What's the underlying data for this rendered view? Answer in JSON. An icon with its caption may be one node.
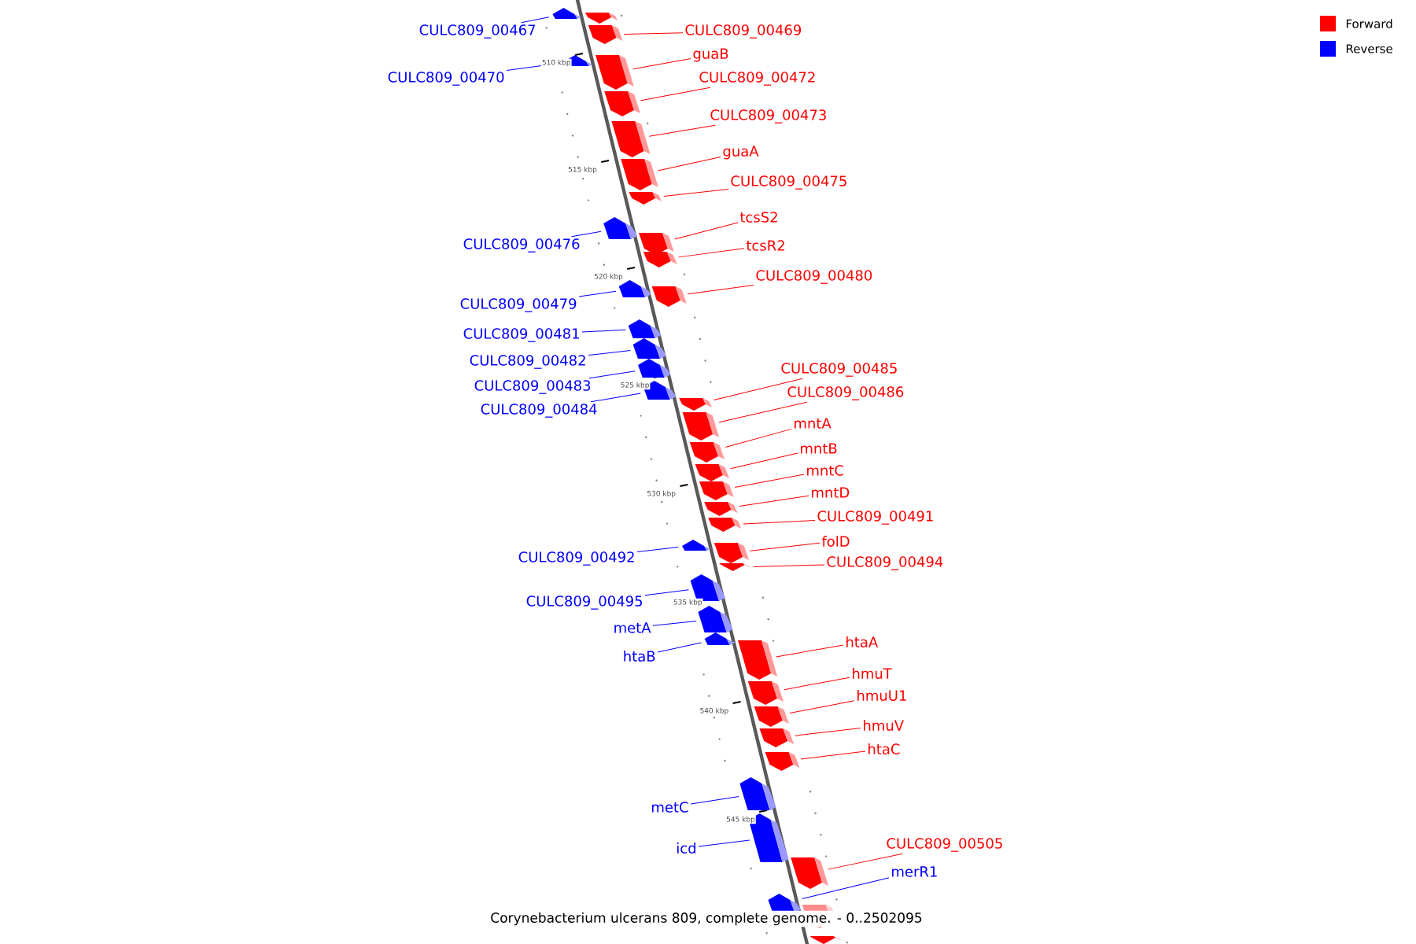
{
  "diagram": {
    "caption": "Corynebacterium ulcerans 809, complete genome. - 0..2502095",
    "nodes": [
      {
        "text": [
          "CULC809_00467"
        ]
      },
      {
        "text": [
          "CULC809_00469"
        ]
      },
      {
        "text": [
          "guaB"
        ]
      },
      {
        "text": [
          "CULC809_00470"
        ]
      },
      {
        "text": [
          "CULC809_00472"
        ]
      },
      {
        "text": [
          "CULC809_00473"
        ]
      },
      {
        "text": [
          "guaA"
        ]
      },
      {
        "text": [
          "CULC809_00475"
        ]
      },
      {
        "text": [
          "tcsS2"
        ]
      },
      {
        "text": [
          "CULC809_00476"
        ]
      },
      {
        "text": [
          "tcsR2"
        ]
      },
      {
        "text": [
          "CULC809_00480"
        ]
      },
      {
        "text": [
          "CULC809_00479"
        ]
      },
      {
        "text": [
          "CULC809_00481"
        ]
      },
      {
        "text": [
          "CULC809_00482"
        ]
      },
      {
        "text": [
          "CULC809_00485"
        ]
      },
      {
        "text": [
          "CULC809_00483"
        ]
      },
      {
        "text": [
          "CULC809_00486"
        ]
      },
      {
        "text": [
          "CULC809_00484"
        ]
      },
      {
        "text": [
          "mntA"
        ]
      },
      {
        "text": [
          "mntB"
        ]
      },
      {
        "text": [
          "mntC"
        ]
      },
      {
        "text": [
          "mntD"
        ]
      },
      {
        "text": [
          "CULC809_00491"
        ]
      },
      {
        "text": [
          "folD"
        ]
      },
      {
        "text": [
          "CULC809_00492"
        ]
      },
      {
        "text": [
          "CULC809_00494"
        ]
      },
      {
        "text": [
          "CULC809_00495"
        ]
      },
      {
        "text": [
          "metA"
        ]
      },
      {
        "text": [
          "htaA"
        ]
      },
      {
        "text": [
          "htaB"
        ]
      },
      {
        "text": [
          "hmuT"
        ]
      },
      {
        "text": [
          "hmuU1"
        ]
      },
      {
        "text": [
          "hmuV"
        ]
      },
      {
        "text": [
          "htaC"
        ]
      },
      {
        "text": [
          "metC"
        ]
      },
      {
        "text": [
          "CULC809_00505"
        ]
      },
      {
        "text": [
          "icd"
        ]
      },
      {
        "text": [
          "merR1"
        ]
      },
      {
        "text": [],
        "shape": "box"
      },
      {
        "text": [],
        "shape": "box"
      },
      {
        "text": [],
        "shape": "box"
      },
      {
        "text": [],
        "shape": "box"
      },
      {
        "text": [],
        "shape": "box"
      },
      {
        "text": [],
        "shape": "box"
      },
      {
        "text": [],
        "shape": "box"
      },
      {
        "text": [],
        "shape": "box"
      },
      {
        "text": [],
        "shape": "box"
      },
      {
        "text": [],
        "shape": "box"
      },
      {
        "text": [],
        "shape": "box"
      },
      {
        "text": [],
        "shape": "box"
      },
      {
        "text": [],
        "shape": "box"
      },
      {
        "text": [],
        "shape": "box"
      },
      {
        "text": [],
        "shape": "box"
      },
      {
        "text": [],
        "shape": "box"
      },
      {
        "text": [],
        "shape": "box"
      },
      {
        "text": [],
        "shape": "box"
      },
      {
        "text": [],
        "shape": "box"
      },
      {
        "text": [],
        "shape": "box"
      },
      {
        "text": [],
        "shape": "box"
      },
      {
        "text": [],
        "shape": "box"
      },
      {
        "text": [],
        "shape": "box"
      },
      {
        "text": [],
        "shape": "box"
      },
      {
        "text": [],
        "shape": "box"
      },
      {
        "text": [],
        "shape": "box"
      },
      {
        "text": [],
        "shape": "box"
      },
      {
        "text": [],
        "shape": "box"
      },
      {
        "text": [],
        "shape": "box"
      },
      {
        "text": [],
        "shape": "box"
      },
      {
        "text": [],
        "shape": "box"
      },
      {
        "text": [],
        "shape": "box"
      },
      {
        "text": [],
        "shape": "box"
      },
      {
        "text": [],
        "shape": "box"
      },
      {
        "text": [],
        "shape": "box"
      },
      {
        "text": [],
        "shape": "box"
      },
      {
        "text": [],
        "shape": "box"
      },
      {
        "text": [],
        "shape": "box"
      },
      {
        "text": [],
        "shape": "box"
      },
      {
        "text": [],
        "shape": "box"
      },
      {
        "text": [],
        "shape": "box"
      },
      {
        "text": [],
        "shape": "box"
      }
    ],
    "edges": [
      {
        "from": 0,
        "to": 39,
        "arrow": "none",
        "color": "#0000ff"
      },
      {
        "from": 1,
        "to": 41,
        "arrow": "none"
      },
      {
        "from": 2,
        "to": 43,
        "arrow": "none"
      },
      {
        "from": 3,
        "to": 42,
        "arrow": "none",
        "color": "#0000ff"
      },
      {
        "from": 4,
        "to": 44,
        "arrow": "none"
      },
      {
        "from": 5,
        "to": 45,
        "arrow": "none"
      },
      {
        "from": 6,
        "to": 46,
        "arrow": "none"
      },
      {
        "from": 7,
        "to": 47,
        "arrow": "none"
      },
      {
        "from": 8,
        "to": 49,
        "arrow": "none"
      },
      {
        "from": 9,
        "to": 48,
        "arrow": "none",
        "color": "#0000ff"
      },
      {
        "from": 10,
        "to": 50,
        "arrow": "none"
      },
      {
        "from": 11,
        "to": 52,
        "arrow": "none"
      },
      {
        "from": 12,
        "to": 51,
        "arrow": "none",
        "color": "#0000ff"
      },
      {
        "from": 13,
        "to": 53,
        "arrow": "none",
        "color": "#0000ff"
      },
      {
        "from": 14,
        "to": 54,
        "arrow": "none",
        "color": "#0000ff"
      },
      {
        "from": 15,
        "to": 57,
        "arrow": "none"
      },
      {
        "from": 16,
        "to": 55,
        "arrow": "none",
        "color": "#0000ff"
      },
      {
        "from": 17,
        "to": 58,
        "arrow": "none"
      },
      {
        "from": 18,
        "to": 56,
        "arrow": "none",
        "color": "#0000ff"
      },
      {
        "from": 19,
        "to": 59,
        "arrow": "none"
      },
      {
        "from": 20,
        "to": 60,
        "arrow": "none"
      },
      {
        "from": 21,
        "to": 61,
        "arrow": "none"
      },
      {
        "from": 22,
        "to": 62,
        "arrow": "none"
      },
      {
        "from": 23,
        "to": 63,
        "arrow": "none"
      },
      {
        "from": 24,
        "to": 65,
        "arrow": "none"
      },
      {
        "from": 25,
        "to": 64,
        "arrow": "none",
        "color": "#0000ff"
      },
      {
        "from": 26,
        "to": 66,
        "arrow": "none"
      },
      {
        "from": 27,
        "to": 67,
        "arrow": "none",
        "color": "#0000ff"
      },
      {
        "from": 28,
        "to": 68,
        "arrow": "none",
        "color": "#0000ff"
      },
      {
        "from": 29,
        "to": 70,
        "arrow": "none"
      },
      {
        "from": 30,
        "to": 69,
        "arrow": "none",
        "color": "#0000ff"
      },
      {
        "from": 31,
        "to": 71,
        "arrow": "none"
      },
      {
        "from": 32,
        "to": 72,
        "arrow": "none"
      },
      {
        "from": 33,
        "to": 73,
        "arrow": "none"
      },
      {
        "from": 34,
        "to": 74,
        "arrow": "none"
      },
      {
        "from": 35,
        "to": 75,
        "arrow": "none",
        "color": "#0000ff"
      },
      {
        "from": 36,
        "to": 77,
        "arrow": "none"
      },
      {
        "from": 37,
        "to": 76,
        "arrow": "none",
        "color": "#0000ff"
      },
      {
        "from": 38,
        "to": 78,
        "arrow": "none",
        "color": "#0000ff"
      }
    ],
    "labels": [
      "510 kbp",
      "515 kbp",
      "520 kbp",
      "525 kbp",
      "530 kbp",
      "535 kbp",
      "540 kbp",
      "545 kbp"
    ],
    "legend": [
      {
        "text": "Forward",
        "color": "#ff0000"
      },
      {
        "text": "Reverse",
        "color": "#0000ff"
      }
    ]
  }
}
